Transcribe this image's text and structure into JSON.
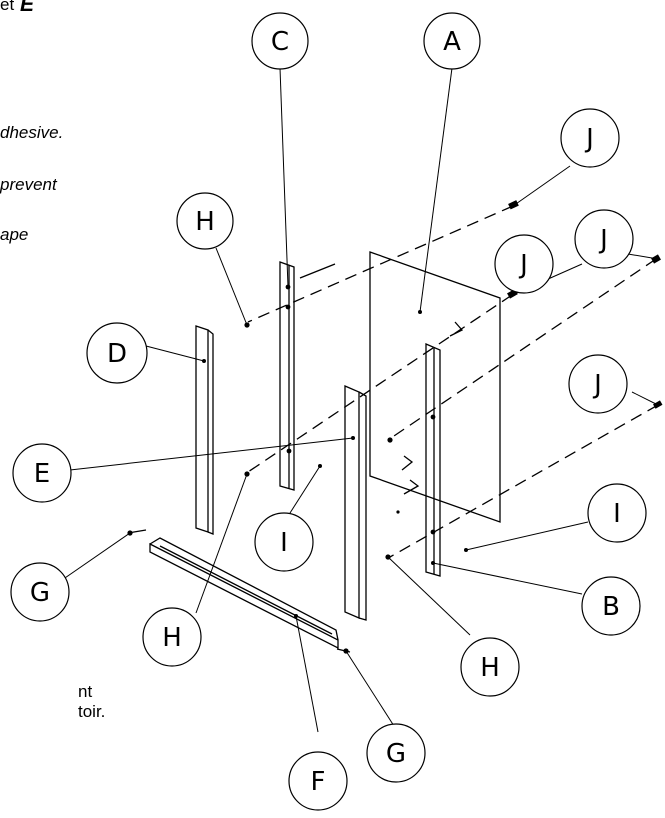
{
  "text_fragments": {
    "top_et": "et",
    "top_letter": "E",
    "line1": "dhesive.",
    "line2": "prevent",
    "line3": "ape",
    "bottom1": "nt",
    "bottom2": "toir."
  },
  "callouts": {
    "c": "C",
    "a": "A",
    "j1": "J",
    "h1": "H",
    "j2": "J",
    "j3": "J",
    "d": "D",
    "j4": "J",
    "e": "E",
    "i1": "I",
    "i2": "I",
    "g1": "G",
    "b": "B",
    "h2": "H",
    "h3": "H",
    "g2": "G",
    "f": "F"
  }
}
